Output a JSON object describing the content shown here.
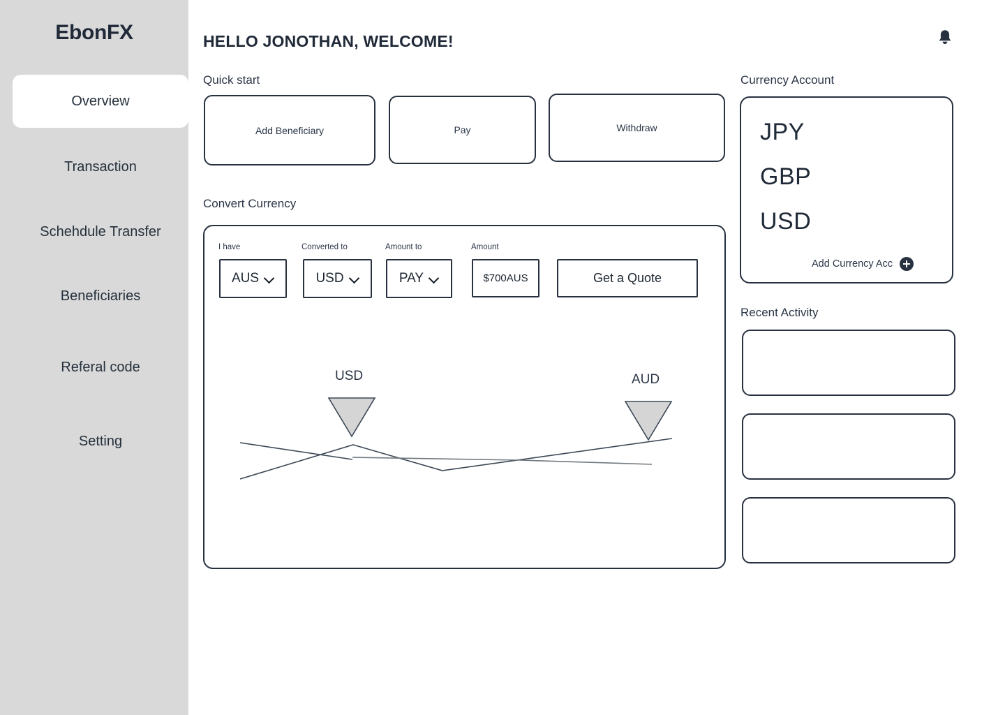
{
  "brand": "EbonFX",
  "header": {
    "greeting": "HELLO JONOTHAN, WELCOME!",
    "bell_icon": "bell-icon"
  },
  "sidebar": {
    "items": [
      {
        "label": "Overview",
        "active": true
      },
      {
        "label": "Transaction",
        "active": false
      },
      {
        "label": "Schehdule Transfer",
        "active": false
      },
      {
        "label": "Beneficiaries",
        "active": false
      },
      {
        "label": "Referal code",
        "active": false
      },
      {
        "label": "Setting",
        "active": false
      }
    ]
  },
  "quick_start": {
    "label": "Quick start",
    "buttons": [
      {
        "label": "Add Beneficiary"
      },
      {
        "label": "Pay"
      },
      {
        "label": "Withdraw"
      }
    ]
  },
  "convert_currency": {
    "label": "Convert Currency",
    "fields": [
      {
        "label": "I have",
        "value": "AUS"
      },
      {
        "label": "Converted to",
        "value": "USD"
      },
      {
        "label": "Amount to",
        "value": "PAY"
      },
      {
        "label": "Amount",
        "value": "$700AUS",
        "placeholder": "Amount"
      }
    ],
    "submit_label": "Get a Quote"
  },
  "currency_account": {
    "label": "Currency Account",
    "currencies": [
      "JPY",
      "GBP",
      "USD"
    ],
    "add_label": "Add Currency Acc",
    "add_icon": "plus-circle-icon"
  },
  "recent_activity": {
    "label": "Recent Activity",
    "items": [
      {
        "text": ""
      },
      {
        "text": ""
      },
      {
        "text": ""
      }
    ]
  },
  "chart_data": {
    "type": "line",
    "title": "",
    "xlabel": "",
    "ylabel": "",
    "grid": false,
    "legend_position": "inline-markers",
    "annotations": [
      {
        "label": "USD",
        "x": 504,
        "y": 539,
        "marker": "triangle-down",
        "marker_color": "#d5d5d5"
      },
      {
        "label": "AUD",
        "x": 929,
        "y": 544,
        "marker": "triangle-down",
        "marker_color": "#d5d5d5"
      }
    ],
    "series": [
      {
        "name": "line-descending",
        "color": "#3c4856",
        "points": [
          [
            344,
            634
          ],
          [
            505,
            658
          ]
        ]
      },
      {
        "name": "line-peak",
        "color": "#3c4856",
        "points": [
          [
            344,
            686
          ],
          [
            506,
            637
          ],
          [
            634,
            674
          ],
          [
            963,
            628
          ]
        ]
      },
      {
        "name": "line-flat",
        "color": "#71797f",
        "points": [
          [
            505,
            655
          ],
          [
            744,
            659
          ],
          [
            934,
            665
          ]
        ]
      }
    ],
    "xlim": [
      291,
      1040
    ],
    "ylim": [
      322,
      815
    ]
  },
  "colors": {
    "sidebar_bg": "#d9d9d9",
    "ink": "#27313f",
    "text": "#2b3647",
    "panel_bg": "#ffffff",
    "marker_fill": "#d5d5d5"
  }
}
